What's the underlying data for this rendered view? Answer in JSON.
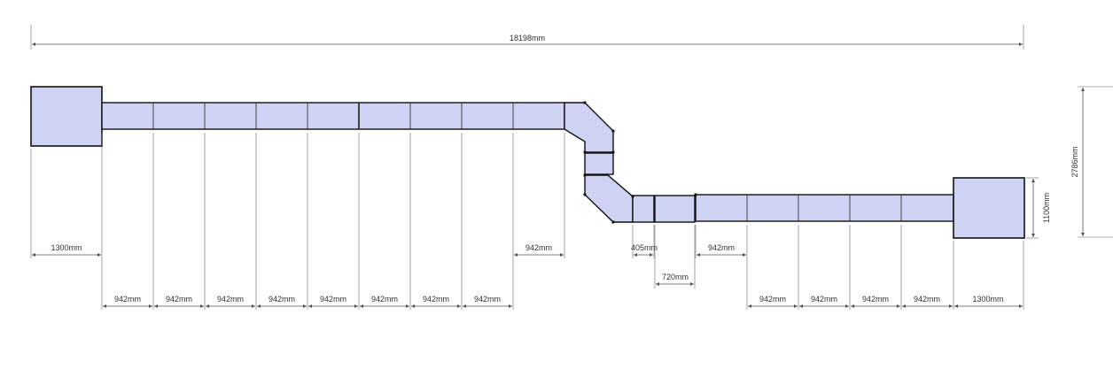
{
  "dimensions": {
    "overall_length": "18198mm",
    "overall_height": "2786mm",
    "end_unit_height": "1100mm",
    "left_unit_width": "1300mm",
    "right_unit_width": "1300mm",
    "duct_segment": "942mm",
    "small_segment": "405mm",
    "short_segment": "720mm"
  },
  "colors": {
    "duct_fill": "#cfd3f3",
    "outline": "#111111",
    "dimension_line": "#555555"
  }
}
